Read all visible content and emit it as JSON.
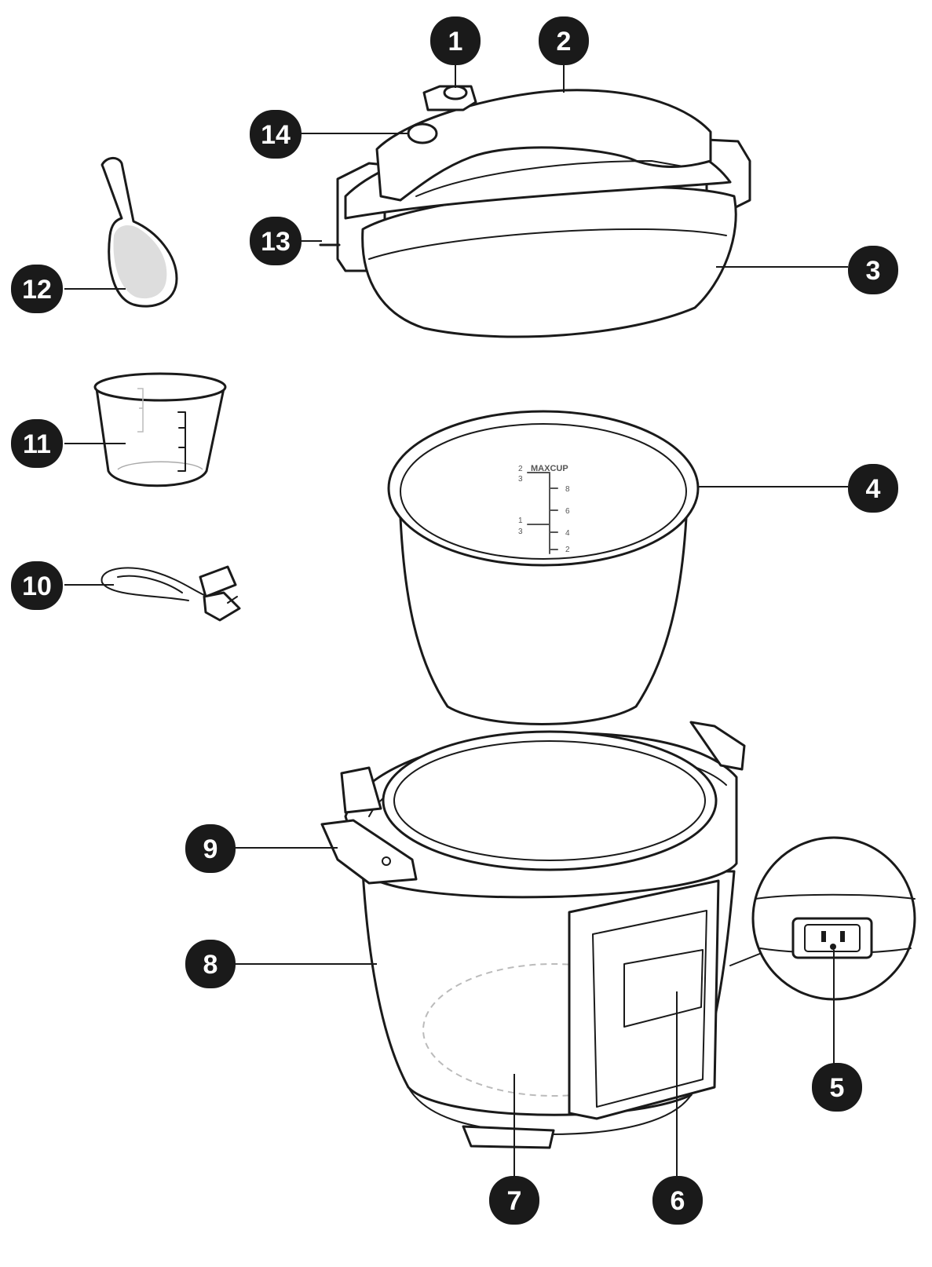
{
  "colors": {
    "ink": "#1a1a1a",
    "label_text": "#ffffff",
    "scale_text": "#555555"
  },
  "callouts": [
    "1",
    "2",
    "3",
    "4",
    "5",
    "6",
    "7",
    "8",
    "9",
    "10",
    "11",
    "12",
    "13",
    "14"
  ],
  "inner_pot_scale": {
    "header": "MAXCUP",
    "fraction_two_thirds": {
      "num": "2",
      "den": "3"
    },
    "fraction_one_third": {
      "num": "1",
      "den": "3"
    },
    "marks": [
      "8",
      "6",
      "4",
      "2"
    ]
  }
}
